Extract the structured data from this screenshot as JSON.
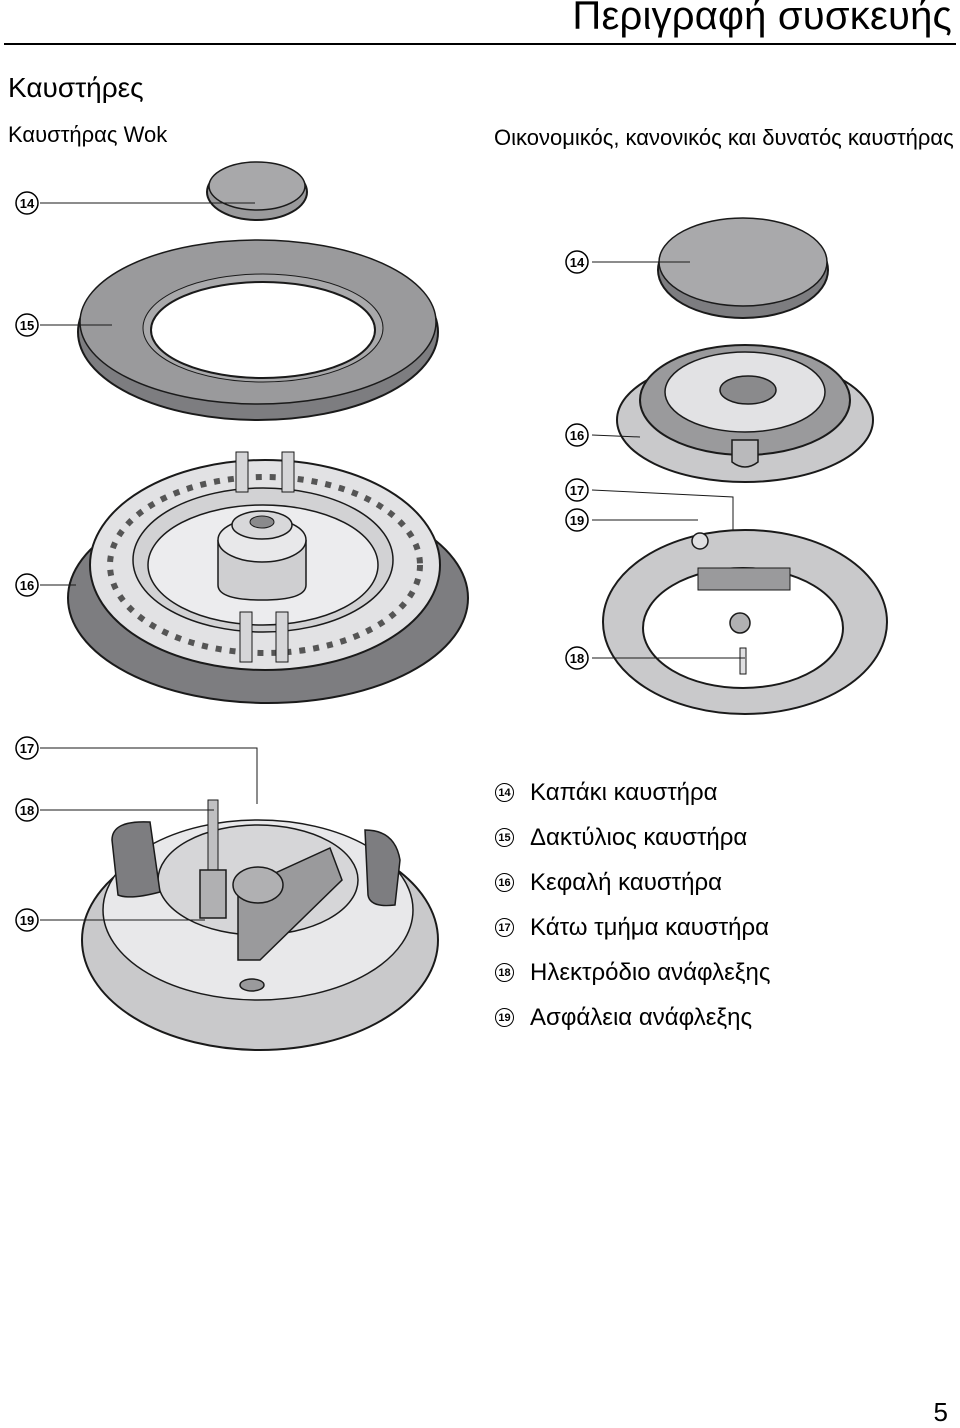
{
  "header": {
    "title": "Περιγραφή συσκευής"
  },
  "section": {
    "title": "Καυστήρες",
    "wok_caption": "Καυστήρας Wok",
    "other_caption": "Οικονομικός, κανονικός και δυνατός καυστήρας"
  },
  "callouts": {
    "c14": "14",
    "c15": "15",
    "c16": "16",
    "c17": "17",
    "c18": "18",
    "c19": "19"
  },
  "legend": [
    {
      "num": "14",
      "label": "Καπάκι καυστήρα"
    },
    {
      "num": "15",
      "label": "Δακτύλιος καυστήρα"
    },
    {
      "num": "16",
      "label": "Κεφαλή καυστήρα"
    },
    {
      "num": "17",
      "label": "Κάτω τμήμα καυστήρα"
    },
    {
      "num": "18",
      "label": "Ηλεκτρόδιο ανάφλεξης"
    },
    {
      "num": "19",
      "label": "Ασφάλεια ανάφλεξης"
    }
  ],
  "page_number": "5",
  "colors": {
    "part_gray": "#9a9a9c",
    "light_gray": "#c9c9cb",
    "lighter_gray": "#e2e2e4",
    "outline": "#1a1a1a"
  }
}
